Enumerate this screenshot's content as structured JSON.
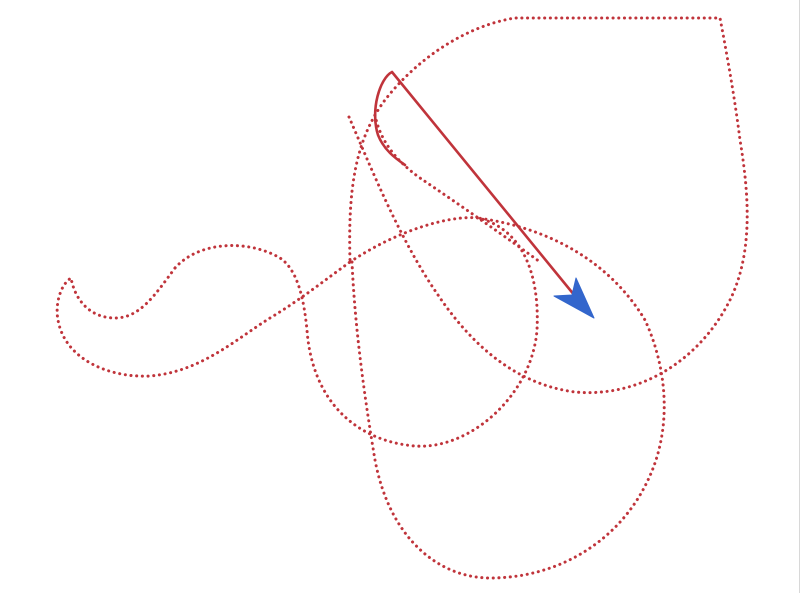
{
  "canvas": {
    "background": "#ffffff",
    "edge_color": "#d8d8d8"
  },
  "trail": {
    "color": "#c0343b",
    "style": "dotted",
    "segment_style": "solid"
  },
  "turtle": {
    "shape": "arrow",
    "color": "#3366cc"
  }
}
